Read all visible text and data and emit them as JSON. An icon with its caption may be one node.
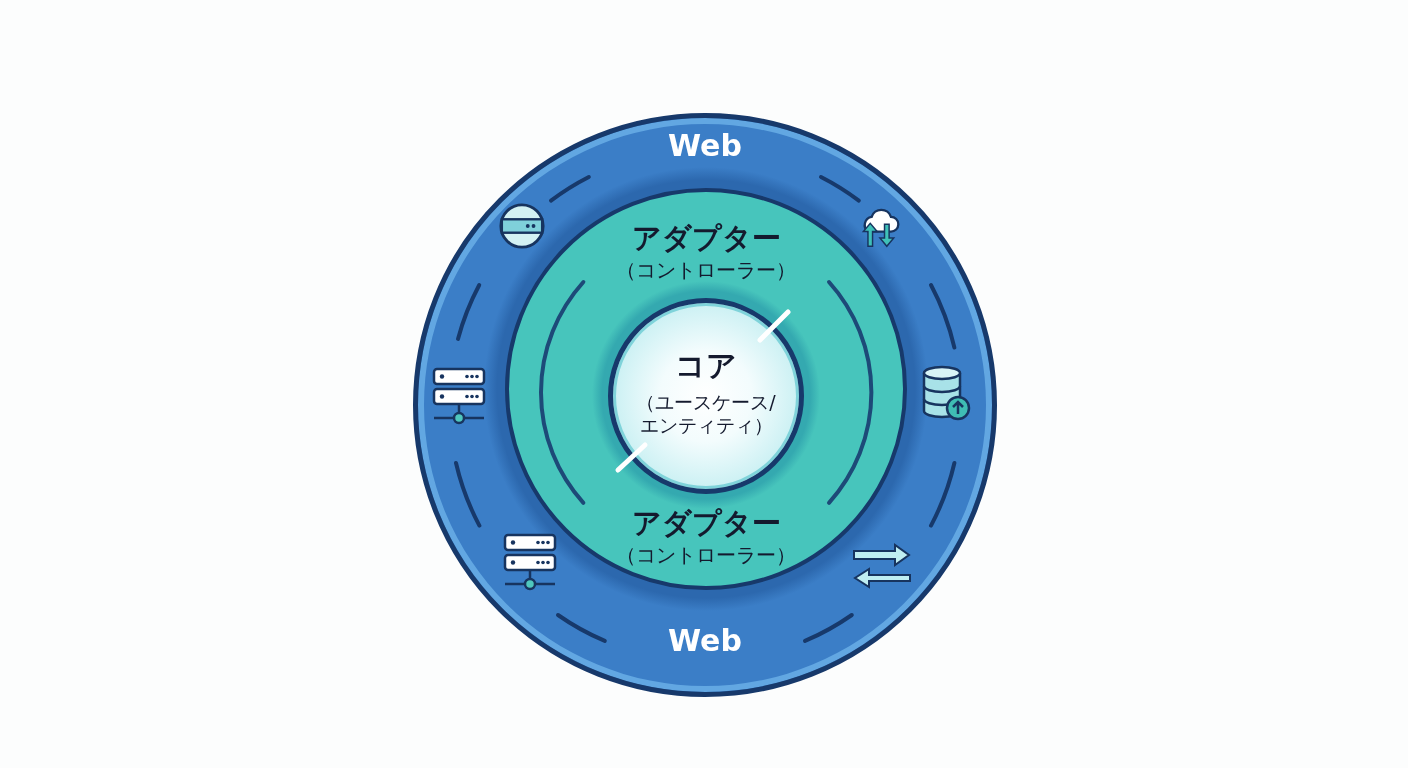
{
  "diagram": {
    "nodes": [
      {
        "text": [
          "Web",
          "Web"
        ]
      },
      {
        "text": [
          "アダプター",
          "（コントローラー）",
          "アダプター",
          "（コントローラー）"
        ],
        "in": 0
      },
      {
        "text": [
          "コア",
          "（ユースケース/エンティティ）"
        ],
        "in": 1
      }
    ]
  }
}
